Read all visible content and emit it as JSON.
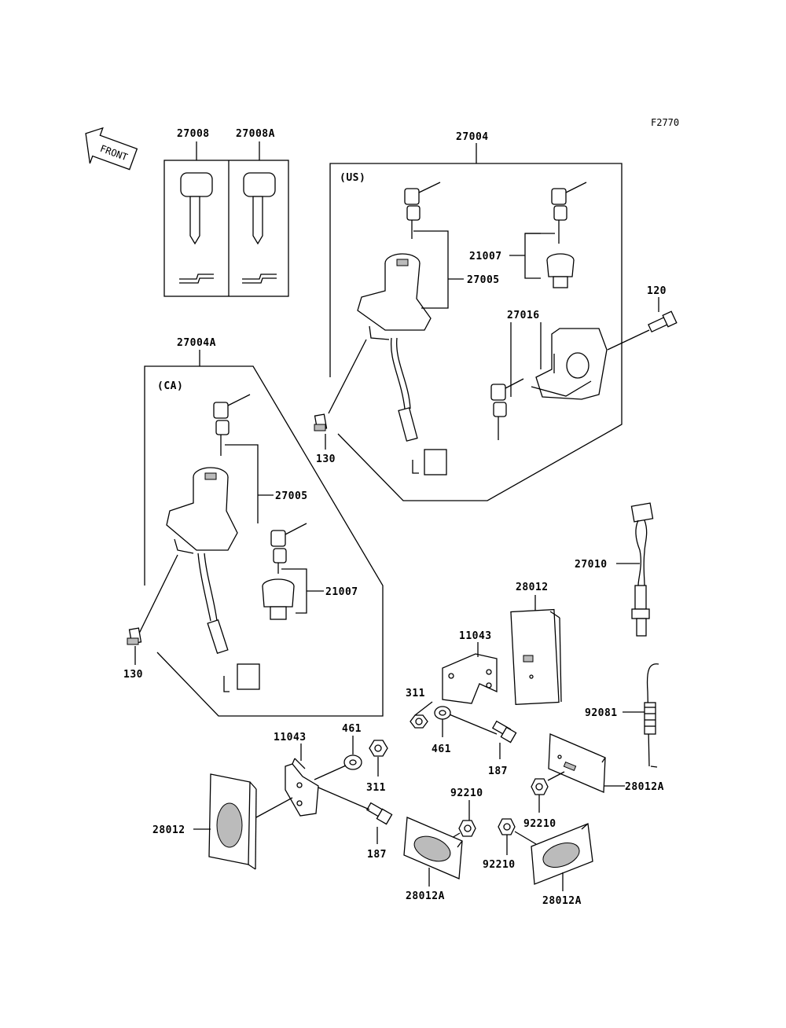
{
  "figure_code": "F2770",
  "front_label": "FRONT",
  "labels": {
    "p27008": "27008",
    "p27008a": "27008A",
    "p27004": "27004",
    "us": "(US)",
    "p21007_us": "21007",
    "p27005_us": "27005",
    "p27016": "27016",
    "p120": "120",
    "p130_us": "130",
    "p27004a": "27004A",
    "ca": "(CA)",
    "p27005_ca": "27005",
    "p21007_ca": "21007",
    "p130_ca": "130",
    "p27010": "27010",
    "p28012_top": "28012",
    "p11043_right": "11043",
    "p311_right": "311",
    "p461_right": "461",
    "p187_right": "187",
    "p92081": "92081",
    "p28012a_right": "28012A",
    "p92210_right": "92210",
    "p11043_left": "11043",
    "p461_left": "461",
    "p311_left": "311",
    "p28012_left": "28012",
    "p187_left": "187",
    "p92210_center": "92210",
    "p28012a_center": "28012A",
    "p92210_lower": "92210",
    "p28012a_lower": "28012A"
  }
}
